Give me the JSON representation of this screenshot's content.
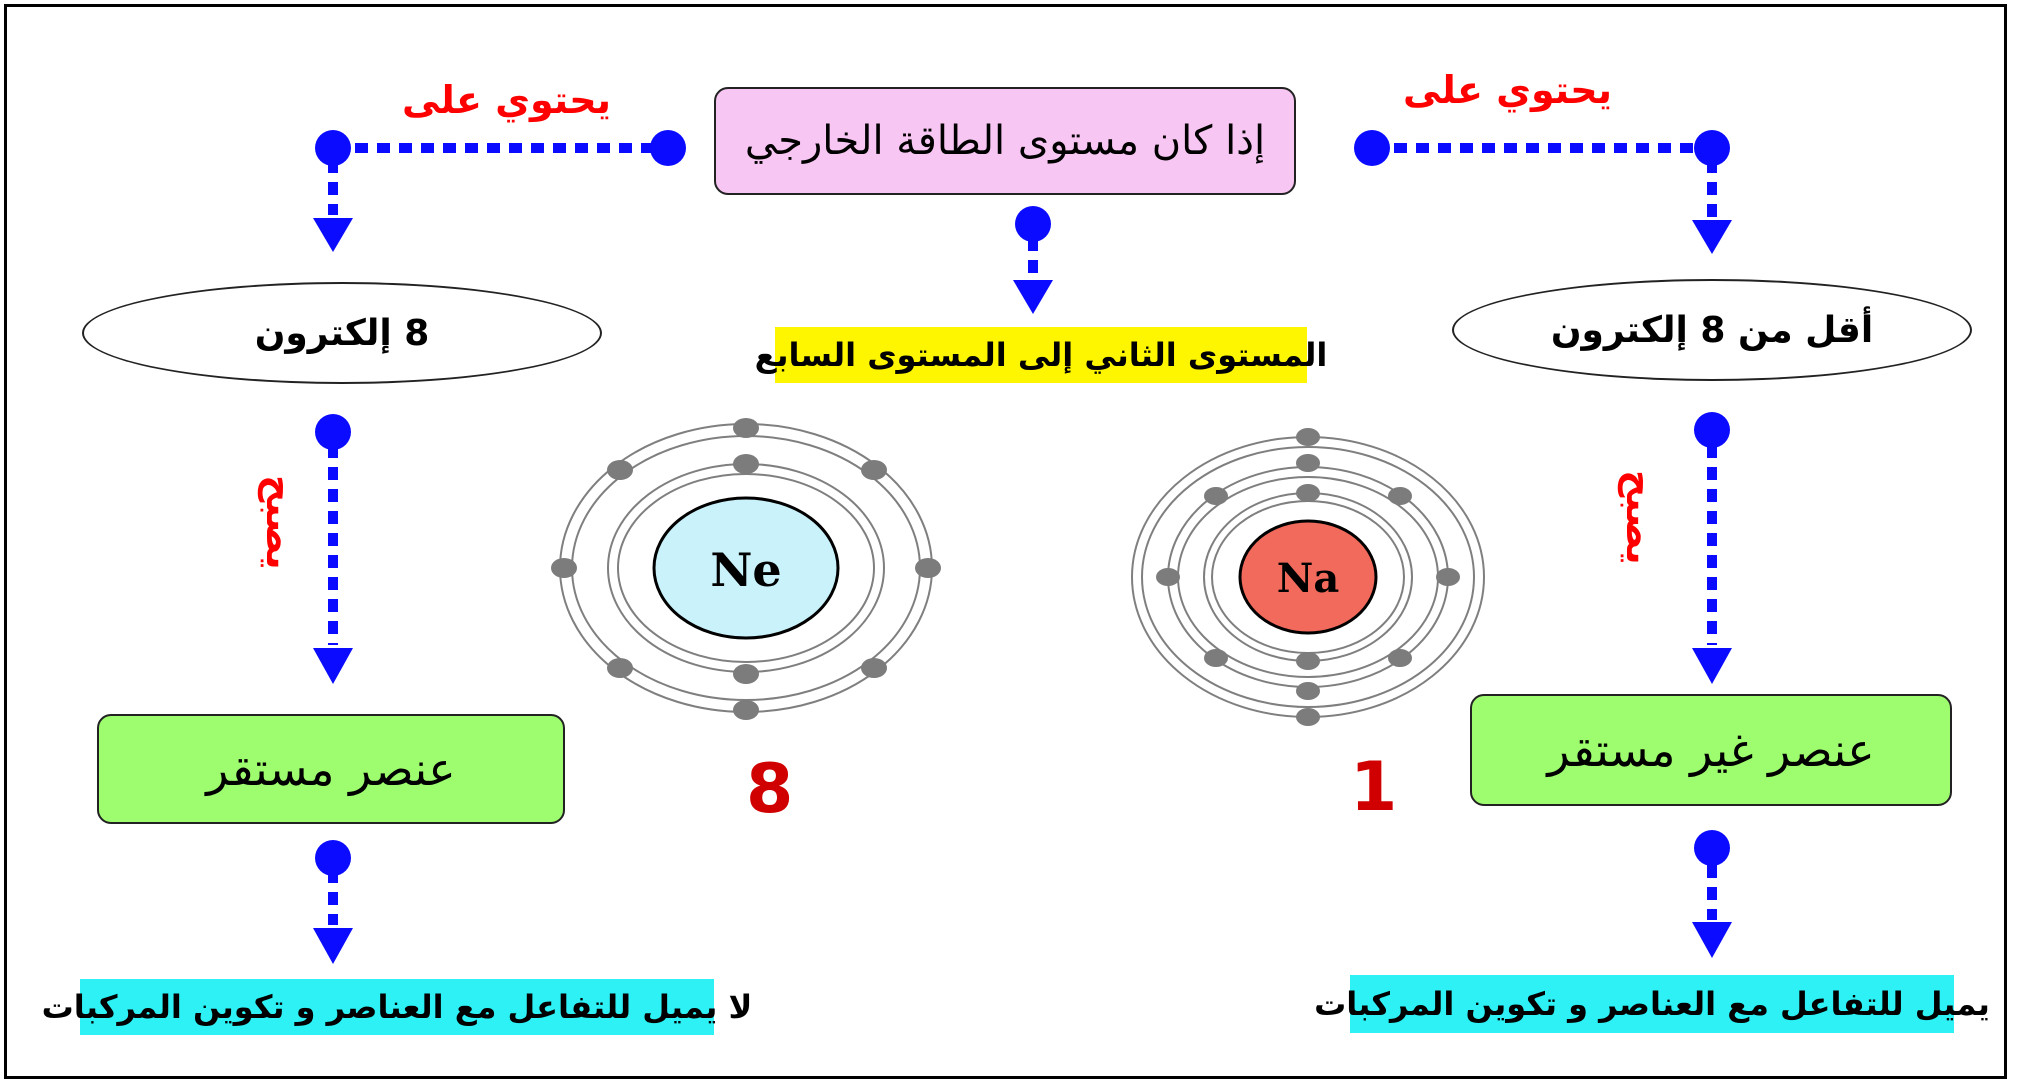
{
  "center": {
    "title": "إذا كان مستوى الطاقة الخارجي",
    "levels": "المستوى الثاني إلى المستوى السابع"
  },
  "left": {
    "contains_label": "يحتوي على",
    "count": "8 إلكترون",
    "becomes_label": "يصبح",
    "result": "عنصر مستقر",
    "behavior": "لا يميل للتفاعل مع العناصر و تكوين المركبات"
  },
  "right": {
    "contains_label": "يحتوي على",
    "count": "أقل من 8 إلكترون",
    "becomes_label": "يصبح",
    "result": "عنصر غير مستقر",
    "behavior": "يميل للتفاعل مع العناصر و تكوين المركبات"
  },
  "atoms": {
    "neon": {
      "symbol": "Ne",
      "outer_electrons": "8",
      "nucleus_color": "#c9f2fb"
    },
    "sodium": {
      "symbol": "Na",
      "outer_electrons": "1",
      "nucleus_color": "#f26a5c"
    }
  },
  "colors": {
    "connector": "#0b0bff",
    "label_red": "#ff0000",
    "highlight_yellow": "#fdf600",
    "highlight_cyan": "#2df1f4",
    "box_pink": "#f7c6f2",
    "box_green": "#9efc6f",
    "electron": "#7c7c7c"
  }
}
